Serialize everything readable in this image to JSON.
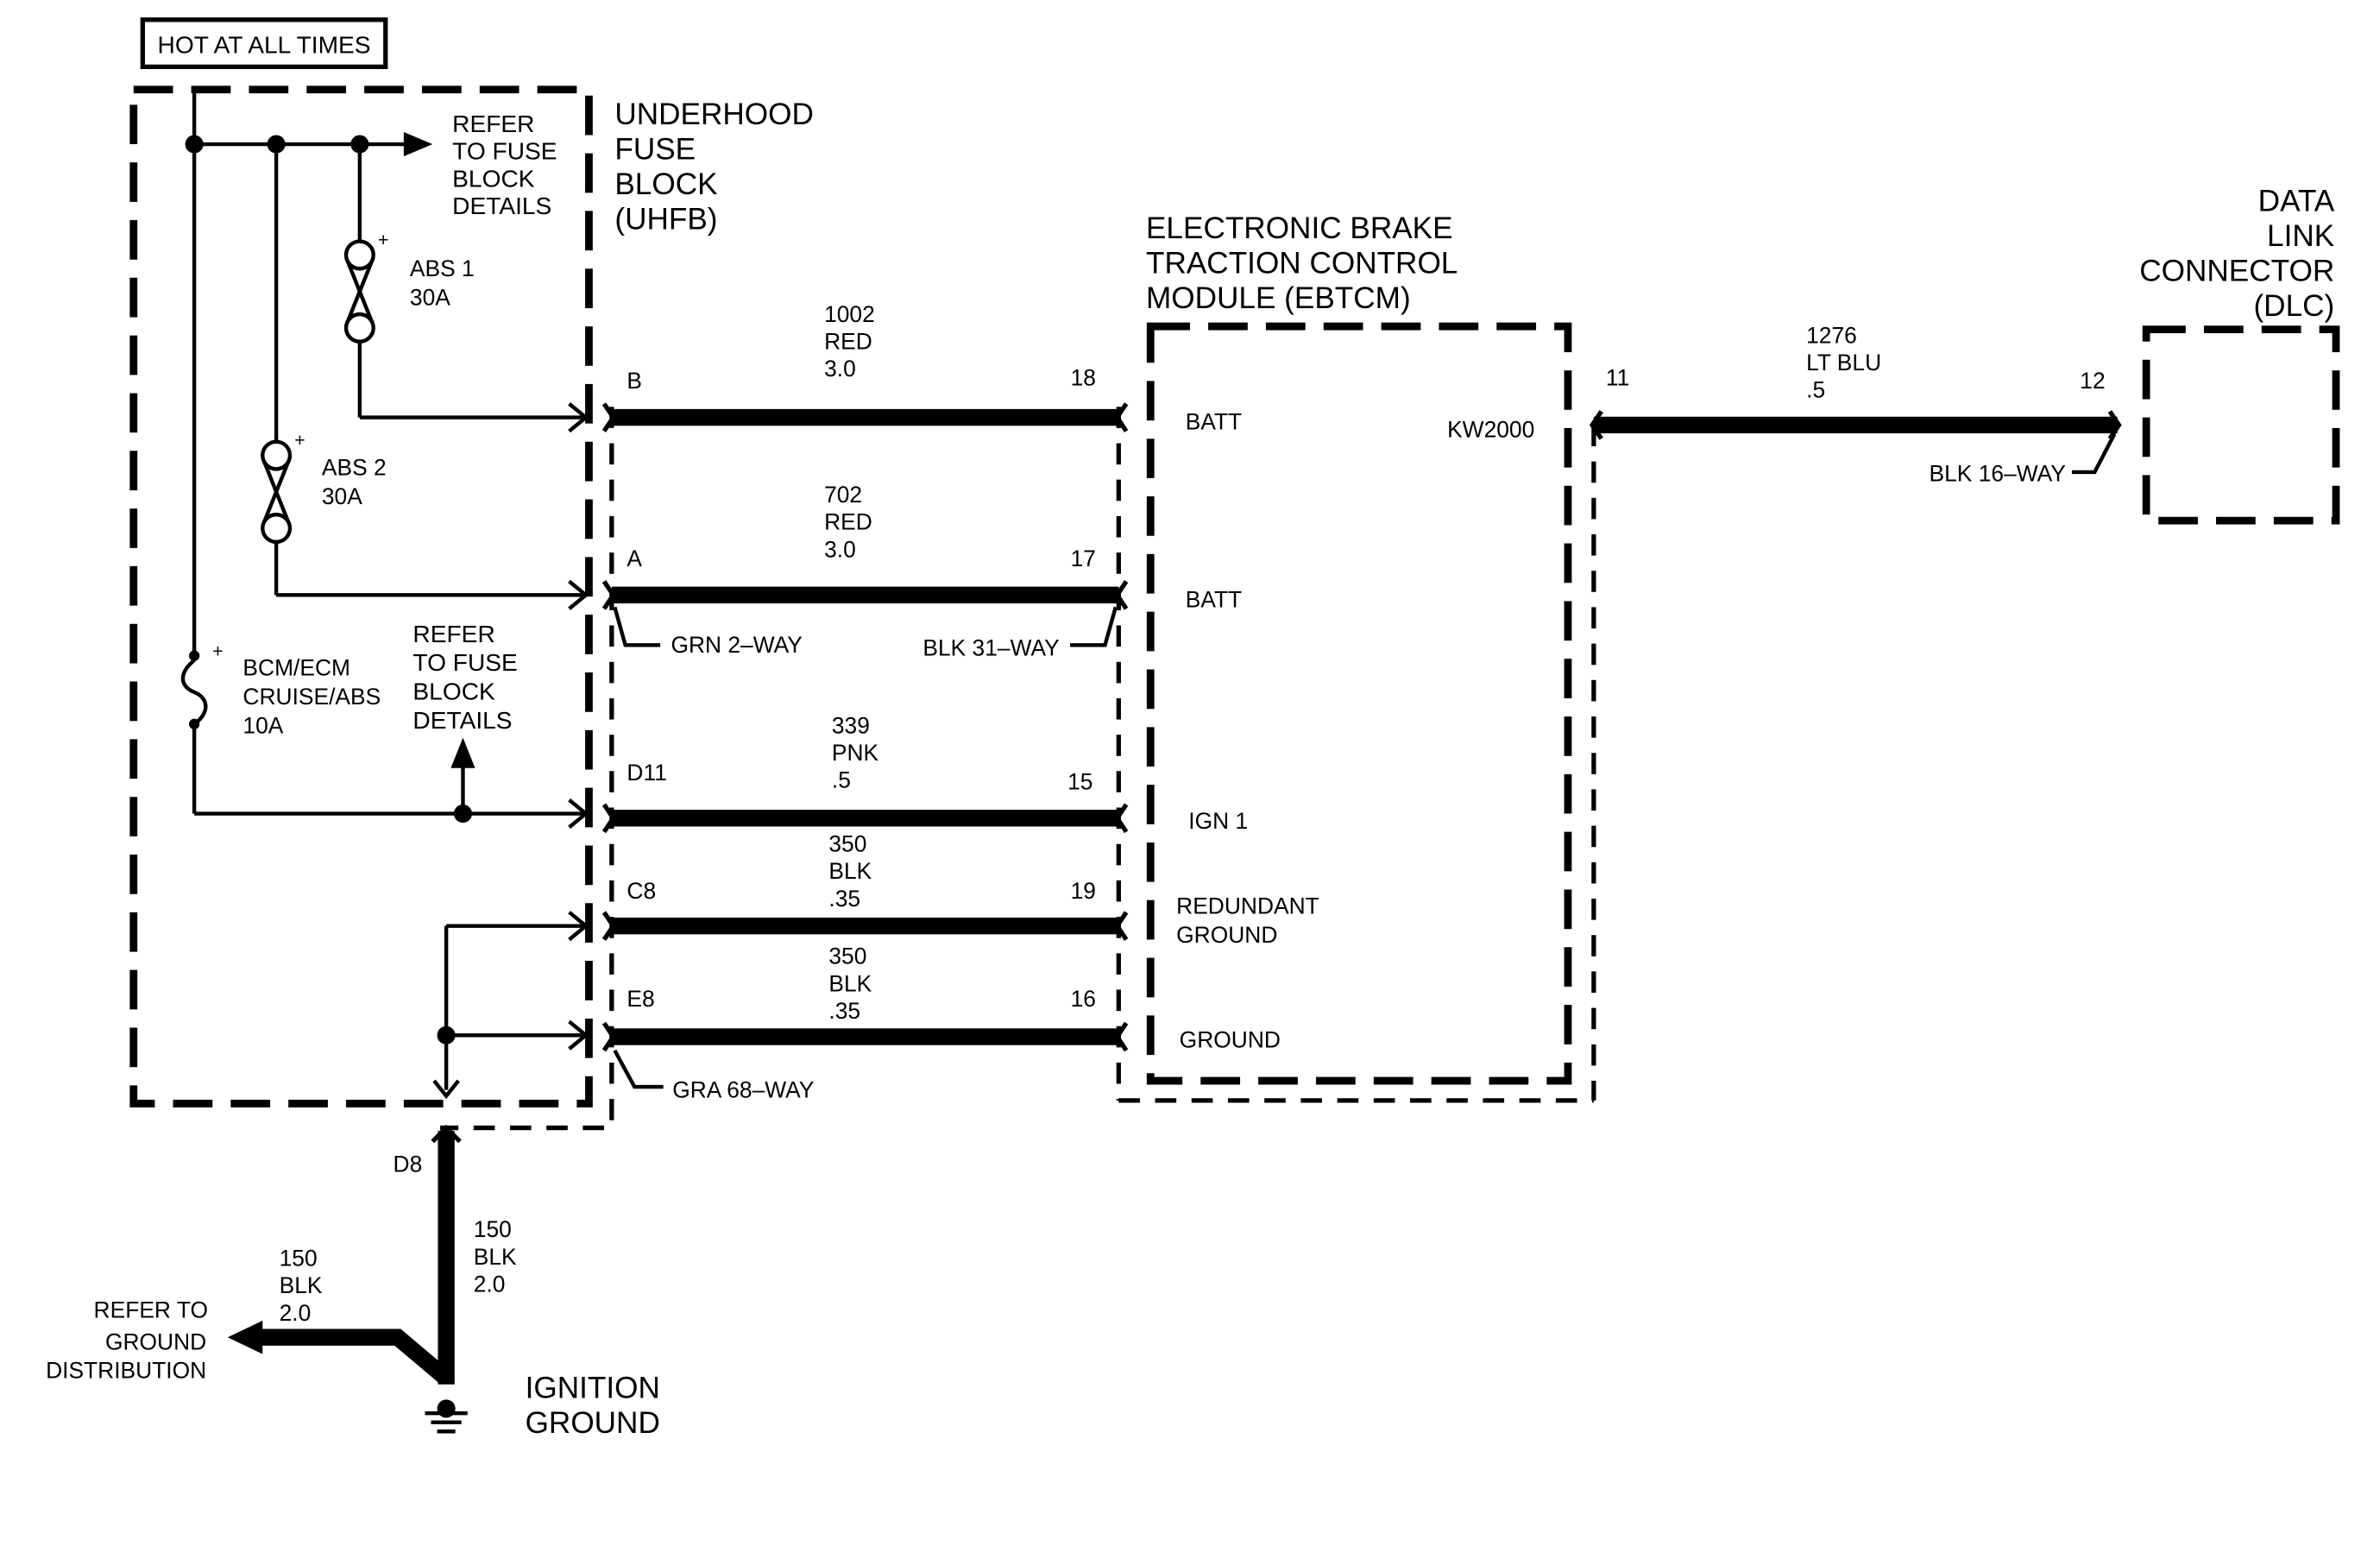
{
  "hot_label": "HOT AT ALL TIMES",
  "uhfb": {
    "title": [
      "UNDERHOOD",
      "FUSE",
      "BLOCK",
      "(UHFB)"
    ],
    "refer_top": [
      "REFER",
      "TO FUSE",
      "BLOCK",
      "DETAILS"
    ],
    "refer_mid": [
      "REFER",
      "TO FUSE",
      "BLOCK",
      "DETAILS"
    ],
    "fuse_abs1": [
      "ABS 1",
      "30A"
    ],
    "fuse_abs2": [
      "ABS 2",
      "30A"
    ],
    "fuse_bcm": [
      "BCM/ECM",
      "CRUISE/ABS",
      "10A"
    ],
    "plus": "+"
  },
  "ebtcm": {
    "title": [
      "ELECTRONIC BRAKE",
      "TRACTION CONTROL",
      "MODULE (EBTCM)"
    ],
    "pins": {
      "batt1": "BATT",
      "batt2": "BATT",
      "ign": "IGN 1",
      "redundant": [
        "REDUNDANT",
        "GROUND"
      ],
      "ground": "GROUND",
      "kw": "KW2000"
    }
  },
  "dlc": {
    "title": [
      "DATA",
      "LINK",
      "CONNECTOR",
      "(DLC)"
    ],
    "connector": "BLK 16–WAY"
  },
  "wires": [
    {
      "from": "B",
      "to": "18",
      "circuit": [
        "1002",
        "RED",
        "3.0"
      ]
    },
    {
      "from": "A",
      "to": "17",
      "circuit": [
        "702",
        "RED",
        "3.0"
      ]
    },
    {
      "from": "D11",
      "to": "15",
      "circuit": [
        "339",
        "PNK",
        ".5"
      ]
    },
    {
      "from": "C8",
      "to": "19",
      "circuit": [
        "350",
        "BLK",
        ".35"
      ]
    },
    {
      "from": "E8",
      "to": "16",
      "circuit": [
        "350",
        "BLK",
        ".35"
      ]
    }
  ],
  "data_wire": {
    "from": "11",
    "to": "12",
    "circuit": [
      "1276",
      "LT BLU",
      ".5"
    ]
  },
  "connectors": {
    "grn": "GRN 2–WAY",
    "blk31": "BLK 31–WAY",
    "gra68": "GRA 68–WAY"
  },
  "ground": {
    "pin": "D8",
    "circuit_vertical": [
      "150",
      "BLK",
      "2.0"
    ],
    "circuit_branch": [
      "150",
      "BLK",
      "2.0"
    ],
    "refer": [
      "REFER TO",
      "GROUND",
      "DISTRIBUTION"
    ],
    "title": [
      "IGNITION",
      "GROUND"
    ]
  }
}
